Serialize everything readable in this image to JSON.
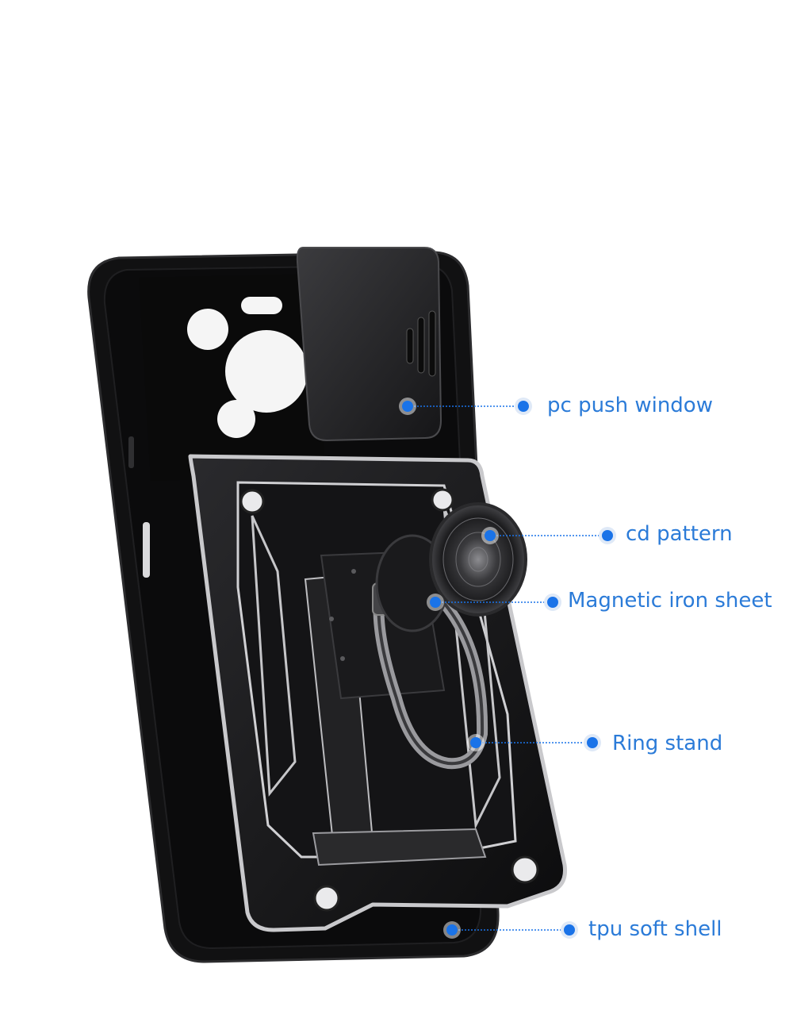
{
  "callouts": {
    "pc_push_window": "pc push window",
    "cd_pattern": "cd pattern",
    "magnetic_iron_sheet": "Magnetic iron sheet",
    "ring_stand": "Ring stand",
    "tpu_soft_shell": "tpu soft shell"
  },
  "colors": {
    "accent": "#1a73e8",
    "label": "#2b7bd8",
    "case_body": "#0f0f10",
    "case_edge": "#2a2a2c",
    "armor_plate": "#1b1b1d",
    "silver_trim": "#d6d6d8"
  }
}
